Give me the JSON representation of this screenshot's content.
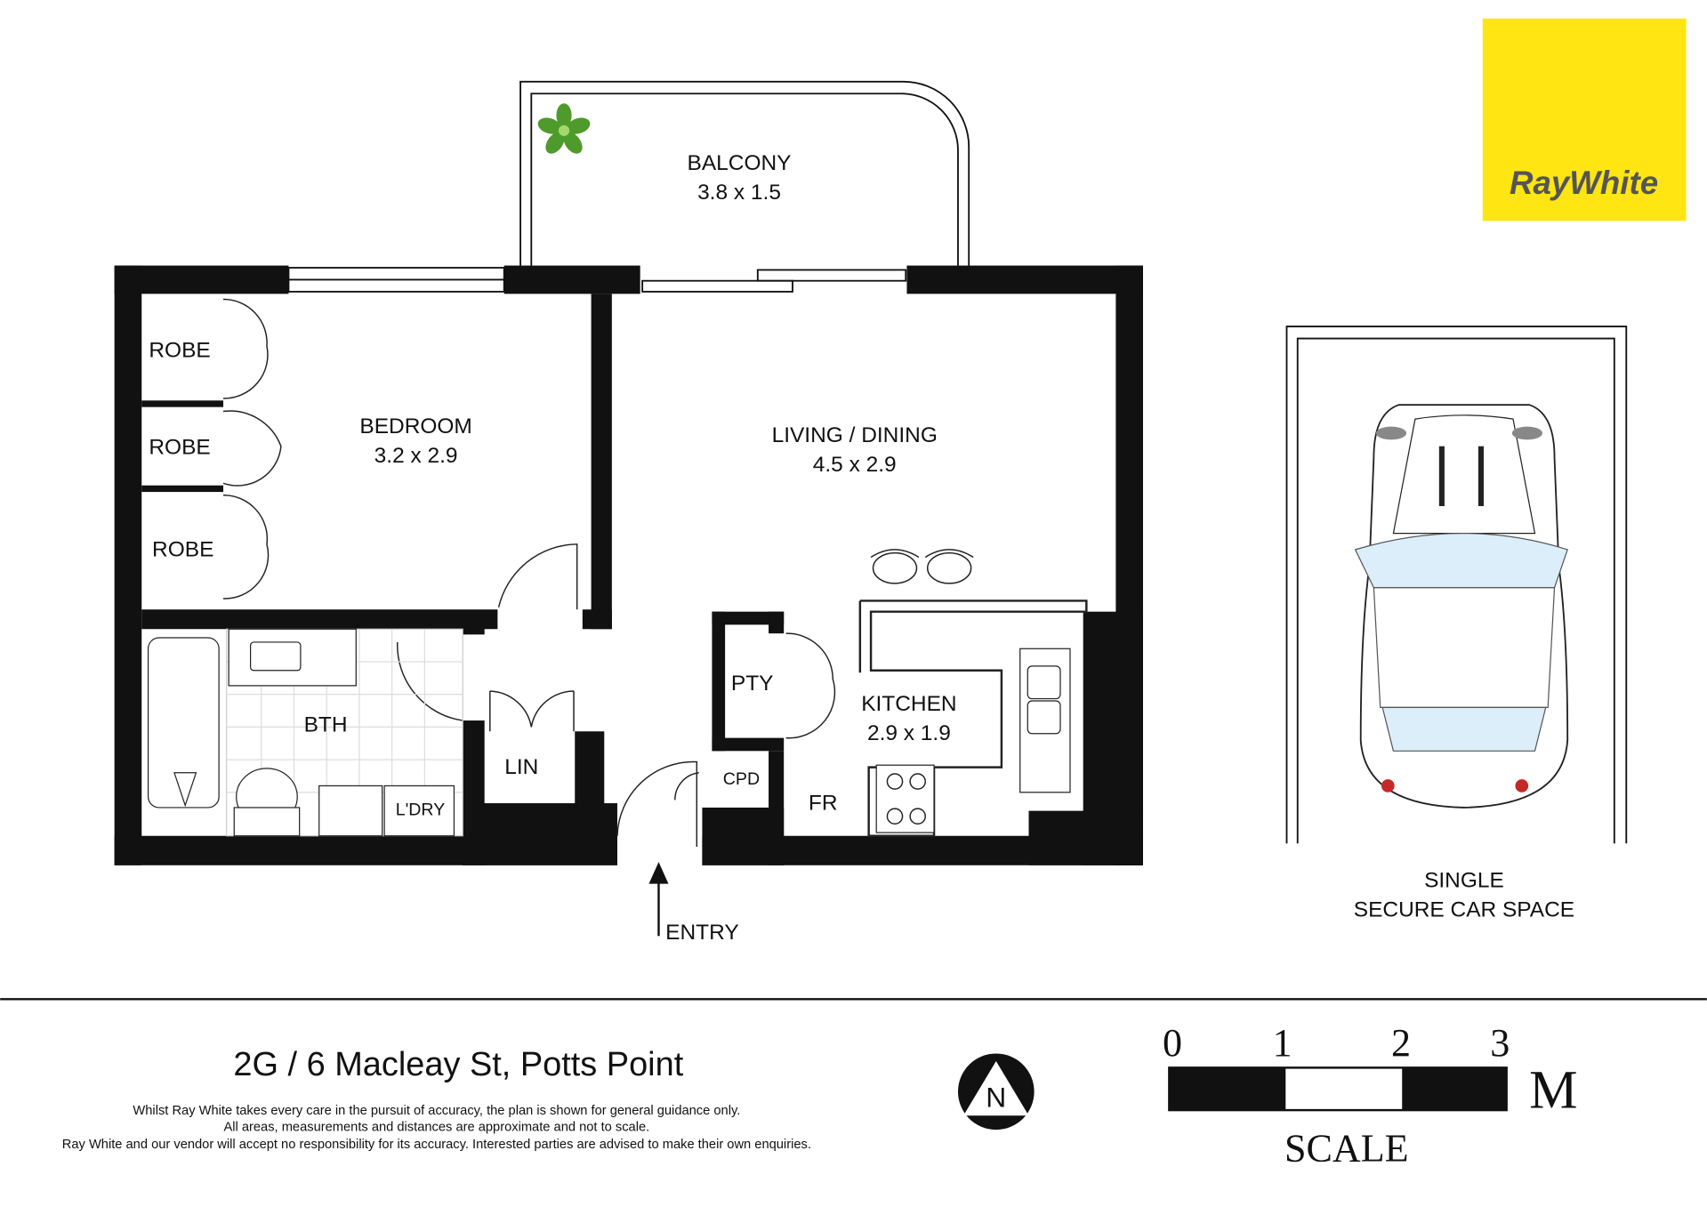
{
  "brand": {
    "name": "RayWhite",
    "color": "#FFE512",
    "text_color": "#555555"
  },
  "rooms": {
    "balcony": {
      "name": "BALCONY",
      "size": "3.8 x 1.5"
    },
    "bedroom": {
      "name": "BEDROOM",
      "size": "3.2 x 2.9"
    },
    "living": {
      "name": "LIVING / DINING",
      "size": "4.5 x 2.9"
    },
    "kitchen": {
      "name": "KITCHEN",
      "size": "2.9 x 1.9"
    },
    "robes": [
      "ROBE",
      "ROBE",
      "ROBE"
    ],
    "bath": "BTH",
    "laundry": "L'DRY",
    "linen": "LIN",
    "pantry": "PTY",
    "cupboard": "CPD",
    "fridge": "FR",
    "entry": "ENTRY"
  },
  "car_space": {
    "line1": "SINGLE",
    "line2": "SECURE CAR SPACE"
  },
  "footer": {
    "address": "2G / 6 Macleay St, Potts Point",
    "disclaimer": [
      "Whilst Ray White takes every care in the pursuit of accuracy, the plan is shown for general guidance only.",
      "All areas, measurements and distances are approximate and not to scale.",
      "Ray White and our vendor will accept no responsibility for its accuracy. Interested parties are advised to make their own enquiries."
    ],
    "north": "N",
    "scale": {
      "ticks": [
        "0",
        "1",
        "2",
        "3"
      ],
      "unit": "M",
      "label": "SCALE"
    }
  }
}
